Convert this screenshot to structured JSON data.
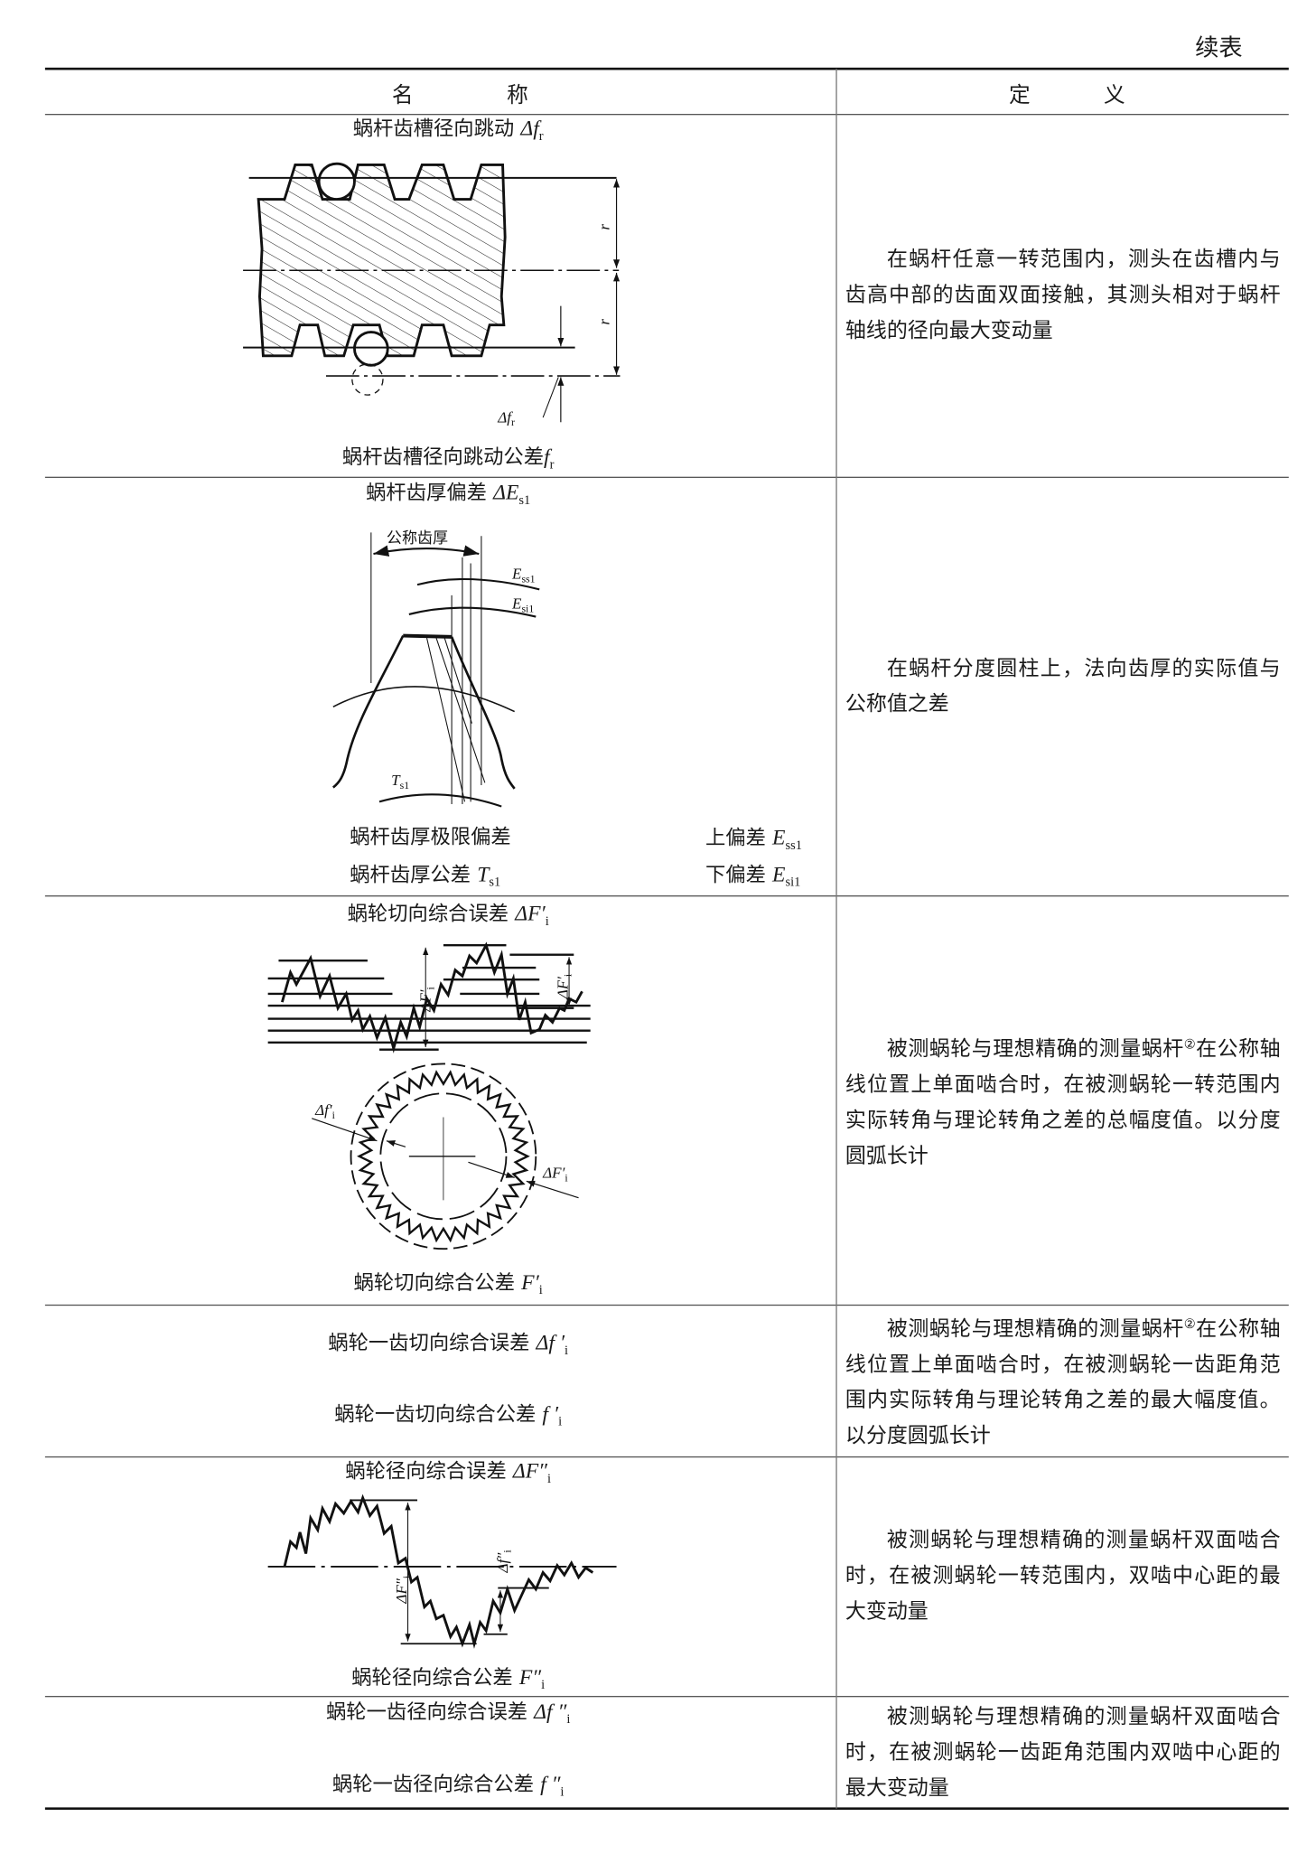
{
  "header": {
    "continued": "续表"
  },
  "columns": {
    "name": "名称",
    "definition": "定义"
  },
  "rows": [
    {
      "title": {
        "text": "蜗杆齿槽径向跳动 ",
        "sym": "Δf",
        "sub": "r"
      },
      "caption": {
        "text": "蜗杆齿槽径向跳动公差",
        "sym": "f",
        "sub": "r"
      },
      "figure": {
        "radius_label": "r",
        "runout_sym": "Δf",
        "runout_sub": "r"
      },
      "definition": "在蜗杆任意一转范围内，测头在齿槽内与齿高中部的齿面双面接触，其测头相对于蜗杆轴线的径向最大变动量"
    },
    {
      "title": {
        "text": "蜗杆齿厚偏差 ",
        "sym": "ΔE",
        "sub": "s1"
      },
      "caption_a": {
        "text": "蜗杆齿厚极限偏差",
        "right_text": "上偏差 ",
        "right_sym": "E",
        "right_sub": "ss1"
      },
      "caption_b": {
        "text": "蜗杆齿厚公差 ",
        "sym": "T",
        "sub": "s1",
        "right_text": "下偏差 ",
        "right_sym": "E",
        "right_sub": "si1"
      },
      "figure": {
        "nominal_label": "公称齿厚",
        "ess_sym": "E",
        "ess_sub": "ss1",
        "esi_sym": "E",
        "esi_sub": "si1",
        "ts_sym": "T",
        "ts_sub": "s1"
      },
      "definition": "在蜗杆分度圆柱上，法向齿厚的实际值与公称值之差"
    },
    {
      "title": {
        "text": "蜗轮切向综合误差 ",
        "sym": "ΔF′",
        "sub": "i"
      },
      "caption": {
        "text": "蜗轮切向综合公差 ",
        "sym": "F′",
        "sub": "i"
      },
      "figure": {
        "total_sym": "ΔF′",
        "total_sub": "i",
        "tooth_sym": "Δf′",
        "tooth_sub": "i"
      },
      "definition_parts": [
        "被测蜗轮与理想精确的测量蜗杆",
        "②",
        "在公称轴线位置上单面啮合时，在被测蜗轮一转范围内实际转角与理论转角之差的总幅度值。以分度圆弧长计"
      ]
    },
    {
      "title": {
        "text": "蜗轮一齿切向综合误差 ",
        "sym": "Δf ′",
        "sub": "i"
      },
      "caption": {
        "text": "蜗轮一齿切向综合公差 ",
        "sym": "f ′",
        "sub": "i"
      },
      "definition_parts": [
        "被测蜗轮与理想精确的测量蜗杆",
        "②",
        "在公称轴线位置上单面啮合时，在被测蜗轮一齿距角范围内实际转角与理论转角之差的最大幅度值。以分度圆弧长计"
      ]
    },
    {
      "title": {
        "text": "蜗轮径向综合误差 ",
        "sym": "ΔF″",
        "sub": "i"
      },
      "caption": {
        "text": "蜗轮径向综合公差 ",
        "sym": "F″",
        "sub": "i"
      },
      "figure": {
        "total_sym": "ΔF″",
        "total_sub": "i",
        "tooth_sym": "Δf″",
        "tooth_sub": "i"
      },
      "definition": "被测蜗轮与理想精确的测量蜗杆双面啮合时，在被测蜗轮一转范围内，双啮中心距的最大变动量"
    },
    {
      "title": {
        "text": "蜗轮一齿径向综合误差 ",
        "sym": "Δf ″",
        "sub": "i"
      },
      "caption": {
        "text": "蜗轮一齿径向综合公差 ",
        "sym": "f ″",
        "sub": "i"
      },
      "definition": "被测蜗轮与理想精确的测量蜗杆双面啮合时，在被测蜗轮一齿距角范围内双啮中心距的最大变动量"
    }
  ]
}
